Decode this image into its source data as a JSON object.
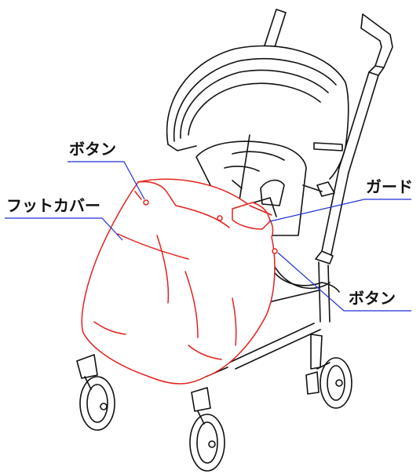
{
  "labels": {
    "button_top": "ボタン",
    "foot_cover": "フットカバー",
    "guard": "ガード",
    "button_side": "ボタン"
  },
  "colors": {
    "line": "#111111",
    "cover": "#e2211c",
    "leader": "#1e2fd6"
  }
}
